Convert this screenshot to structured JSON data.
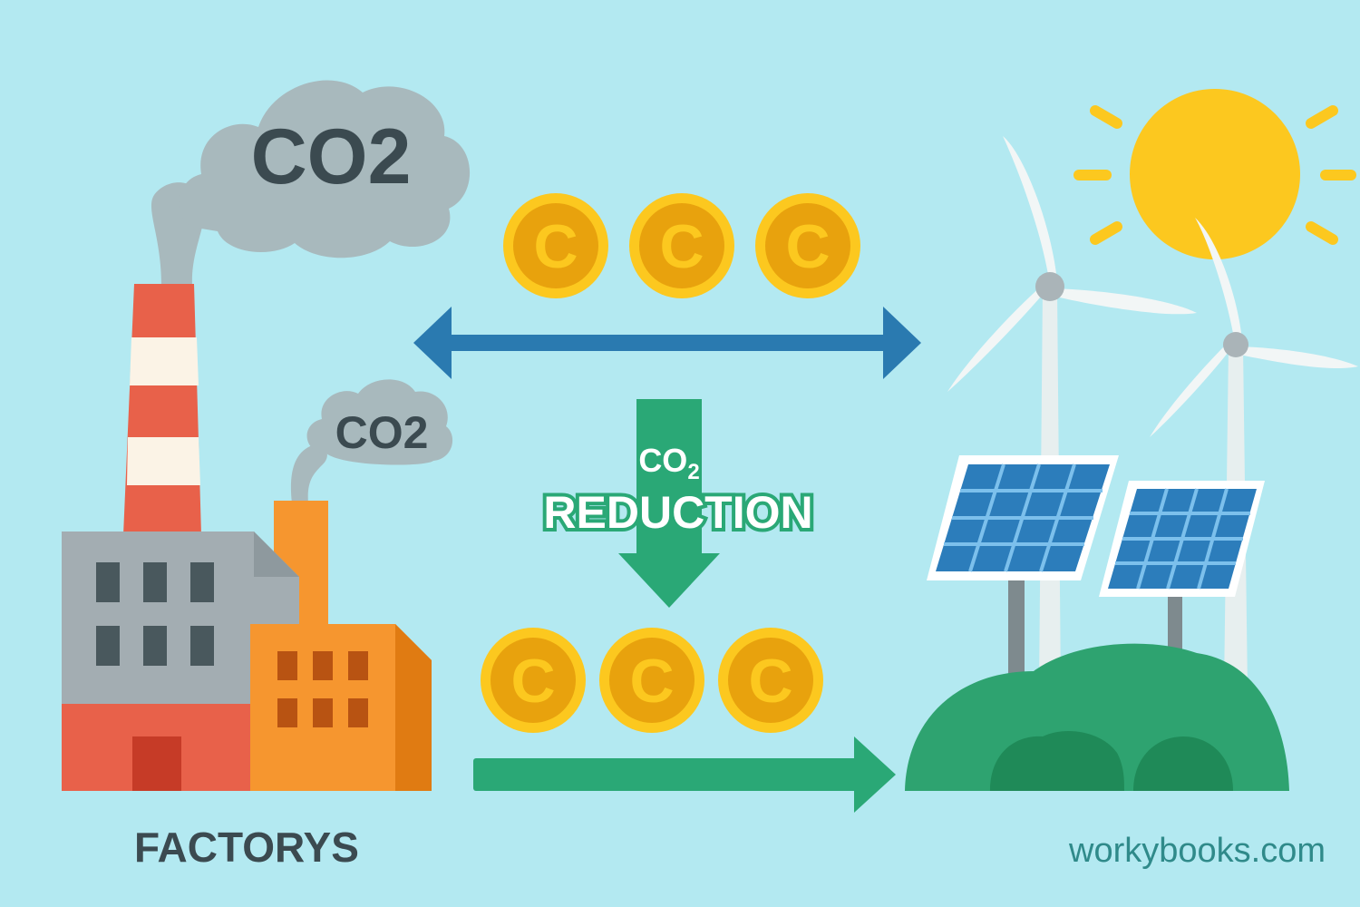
{
  "clouds": {
    "large_label": "CO2",
    "small_label": "CO2"
  },
  "coins": {
    "top_row": [
      "C",
      "C",
      "C"
    ],
    "bottom_row": [
      "C",
      "C",
      "C"
    ]
  },
  "reduction": {
    "line1_main": "CO",
    "line1_sub": "2",
    "line2": "REDUCTION"
  },
  "factory": {
    "caption": "FACTORYS"
  },
  "watermark": "workybooks.com",
  "icons": [
    "factory-icon",
    "smoke-cloud-icon",
    "coin-icon",
    "double-arrow-icon",
    "down-arrow-icon",
    "right-arrow-icon",
    "wind-turbine-icon",
    "solar-panel-icon",
    "sun-icon",
    "hill-icon"
  ],
  "colors": {
    "background": "#b3e9f1",
    "cloud": "#a8b9bd",
    "cloud_text": "#3b4a50",
    "coin_outer": "#fcc81f",
    "coin_inner": "#e8a20d",
    "blue_arrow": "#2a7ab0",
    "green_arrow": "#2aa876",
    "factory_red": "#e8614a",
    "factory_orange": "#f6962f",
    "factory_gray": "#a3adb2",
    "sun": "#fcc81f",
    "hill": "#2ea370",
    "solar_panel": "#2c7dbb"
  }
}
